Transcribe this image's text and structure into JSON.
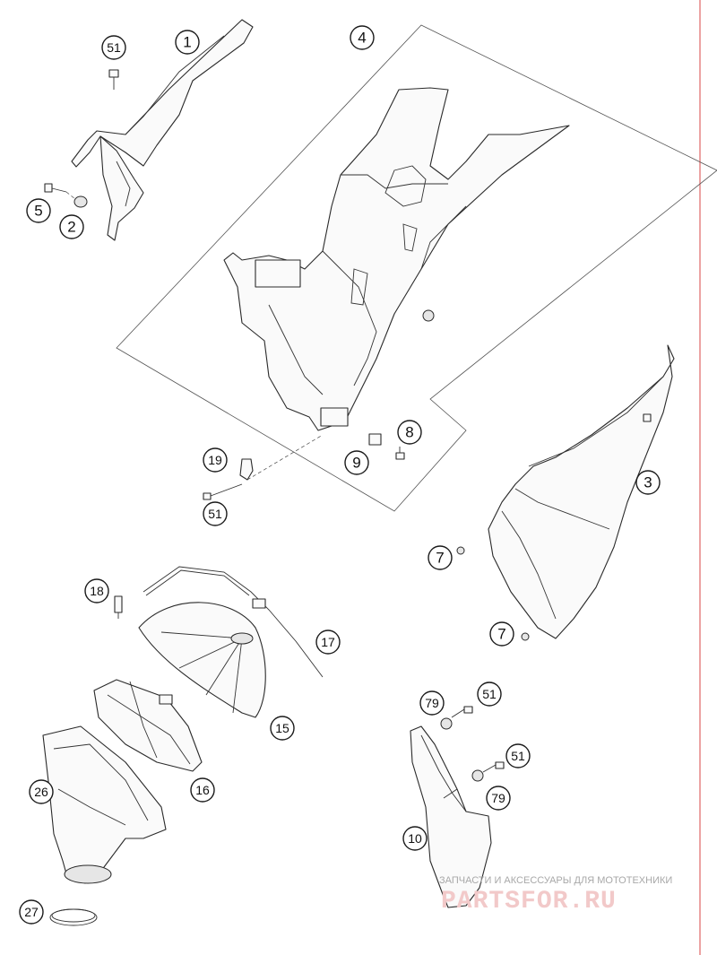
{
  "callouts": [
    {
      "id": "c1",
      "label": "1"
    },
    {
      "id": "c2",
      "label": "2"
    },
    {
      "id": "c3",
      "label": "3"
    },
    {
      "id": "c4",
      "label": "4"
    },
    {
      "id": "c5",
      "label": "5"
    },
    {
      "id": "c7a",
      "label": "7"
    },
    {
      "id": "c7b",
      "label": "7"
    },
    {
      "id": "c8",
      "label": "8"
    },
    {
      "id": "c9",
      "label": "9"
    },
    {
      "id": "c10",
      "label": "10"
    },
    {
      "id": "c15",
      "label": "15"
    },
    {
      "id": "c16",
      "label": "16"
    },
    {
      "id": "c17",
      "label": "17"
    },
    {
      "id": "c18",
      "label": "18"
    },
    {
      "id": "c19",
      "label": "19"
    },
    {
      "id": "c26",
      "label": "26"
    },
    {
      "id": "c27",
      "label": "27"
    },
    {
      "id": "c51a",
      "label": "51"
    },
    {
      "id": "c51b",
      "label": "51"
    },
    {
      "id": "c51c",
      "label": "51"
    },
    {
      "id": "c51d",
      "label": "51"
    },
    {
      "id": "c79a",
      "label": "79"
    },
    {
      "id": "c79b",
      "label": "79"
    }
  ],
  "watermark": {
    "caption": "ЗАПЧАСТИ И АКСЕССУАРЫ ДЛЯ МОТОТЕХНИКИ",
    "logo": "PARTSFOR.RU",
    "color": "#e06666"
  }
}
